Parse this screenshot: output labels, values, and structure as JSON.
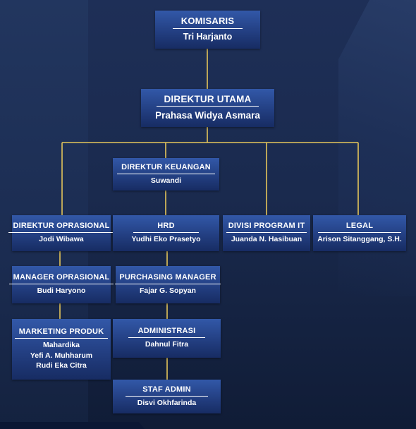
{
  "chart": {
    "komisaris": {
      "title": "KOMISARIS",
      "name": "Tri Harjanto"
    },
    "direktur_utama": {
      "title": "DIREKTUR UTAMA",
      "name": "Prahasa Widya Asmara"
    },
    "direktur_keuangan": {
      "title": "DIREKTUR KEUANGAN",
      "name": "Suwandi"
    },
    "direktur_opr": {
      "title": "DIREKTUR OPRASIONAL",
      "name": "Jodi Wibawa"
    },
    "hrd": {
      "title": "HRD",
      "name": "Yudhi Eko Prasetyo"
    },
    "divisi_it": {
      "title": "DIVISI PROGRAM IT",
      "name": "Juanda N. Hasibuan"
    },
    "legal": {
      "title": "LEGAL",
      "name": "Arison Sitanggang, S.H."
    },
    "manager_opr": {
      "title": "MANAGER OPRASIONAL",
      "name": "Budi Haryono"
    },
    "purchasing": {
      "title": "PURCHASING MANAGER",
      "name": "Fajar G. Sopyan"
    },
    "marketing": {
      "title": "MARKETING PRODUK",
      "names": [
        "Mahardika",
        "Yefi A. Muhharum",
        "Rudi Eka Citra"
      ]
    },
    "administrasi": {
      "title": "ADMINISTRASI",
      "name": "Dahnul Fitra"
    },
    "staf_admin": {
      "title": "STAF ADMIN",
      "name": "Disvi Okhfarinda"
    }
  },
  "colors": {
    "connector": "#e4c55a",
    "box_top": "#3258a8",
    "box_bottom": "#172c63",
    "background": "#1a2a4e"
  }
}
